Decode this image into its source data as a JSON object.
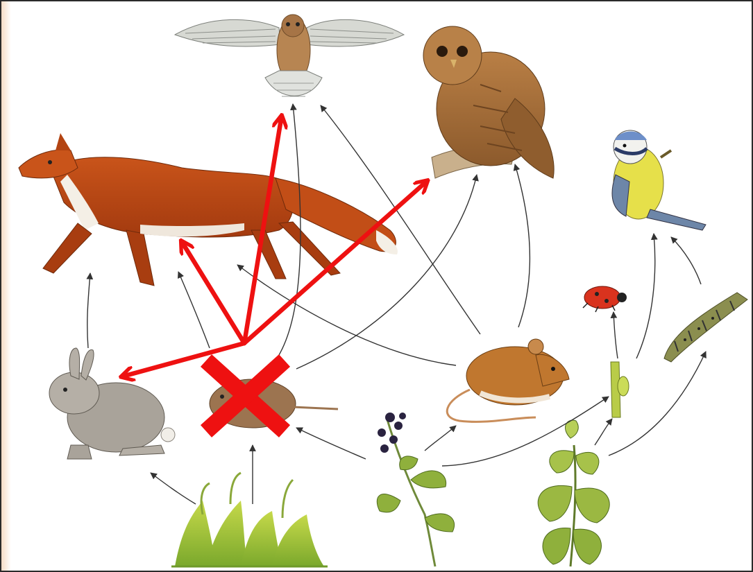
{
  "diagram": {
    "type": "food-web",
    "organisms": [
      {
        "id": "kestrel",
        "icon": "kestrel-icon"
      },
      {
        "id": "owl",
        "icon": "owl-icon"
      },
      {
        "id": "fox",
        "icon": "fox-icon"
      },
      {
        "id": "blue-tit",
        "icon": "blue-tit-icon"
      },
      {
        "id": "rabbit",
        "icon": "rabbit-icon"
      },
      {
        "id": "vole",
        "icon": "vole-icon",
        "removed": true
      },
      {
        "id": "mouse",
        "icon": "mouse-icon"
      },
      {
        "id": "ladybird",
        "icon": "ladybird-icon"
      },
      {
        "id": "caterpillar",
        "icon": "caterpillar-icon"
      },
      {
        "id": "aphid",
        "icon": "aphid-icon"
      },
      {
        "id": "grass",
        "icon": "grass-icon"
      },
      {
        "id": "bramble",
        "icon": "bramble-icon"
      },
      {
        "id": "nettle",
        "icon": "nettle-icon"
      }
    ],
    "feeding_links": [
      [
        "rabbit",
        "fox"
      ],
      [
        "grass",
        "rabbit"
      ],
      [
        "grass",
        "vole"
      ],
      [
        "bramble",
        "vole"
      ],
      [
        "bramble",
        "mouse"
      ],
      [
        "bramble",
        "aphid"
      ],
      [
        "nettle",
        "aphid"
      ],
      [
        "nettle",
        "caterpillar"
      ],
      [
        "aphid",
        "ladybird"
      ],
      [
        "aphid",
        "blue-tit"
      ],
      [
        "caterpillar",
        "blue-tit"
      ],
      [
        "vole",
        "fox"
      ],
      [
        "vole",
        "kestrel"
      ],
      [
        "vole",
        "owl"
      ],
      [
        "mouse",
        "fox"
      ],
      [
        "mouse",
        "kestrel"
      ],
      [
        "mouse",
        "owl"
      ]
    ],
    "highlighted_links_color": "#ee1111",
    "removed_marker": {
      "symbol": "x-mark",
      "color": "#ee1111"
    }
  }
}
